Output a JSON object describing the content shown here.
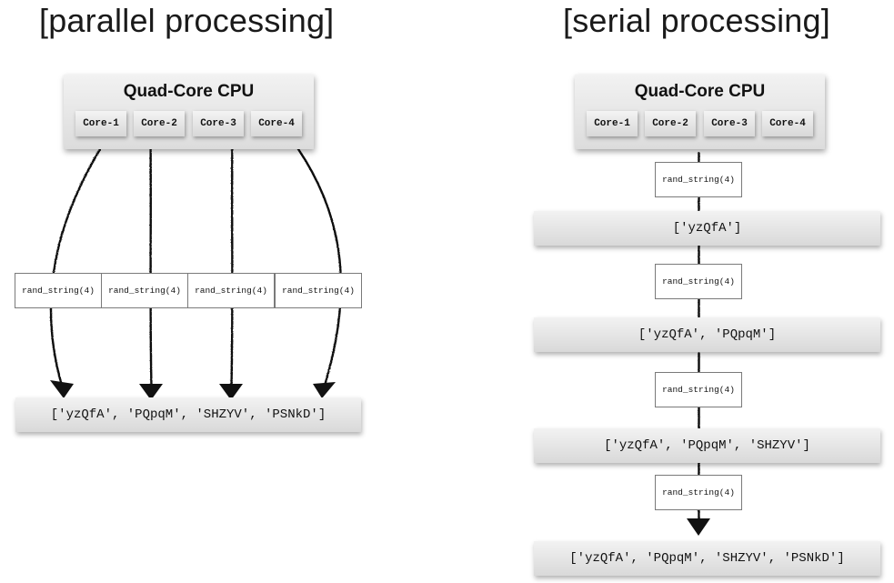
{
  "parallel": {
    "title": "[parallel processing]",
    "cpu_title": "Quad-Core CPU",
    "cores": [
      "Core-1",
      "Core-2",
      "Core-3",
      "Core-4"
    ],
    "tasks": [
      "rand_string(4)",
      "rand_string(4)",
      "rand_string(4)",
      "rand_string(4)"
    ],
    "result": "['yzQfA', 'PQpqM', 'SHZYV', 'PSNkD']"
  },
  "serial": {
    "title": "[serial processing]",
    "cpu_title": "Quad-Core CPU",
    "cores": [
      "Core-1",
      "Core-2",
      "Core-3",
      "Core-4"
    ],
    "tasks": [
      "rand_string(4)",
      "rand_string(4)",
      "rand_string(4)",
      "rand_string(4)"
    ],
    "results": [
      "['yzQfA']",
      "['yzQfA', 'PQpqM']",
      "['yzQfA', 'PQpqM', 'SHZYV']",
      "['yzQfA', 'PQpqM', 'SHZYV', 'PSNkD']"
    ]
  }
}
